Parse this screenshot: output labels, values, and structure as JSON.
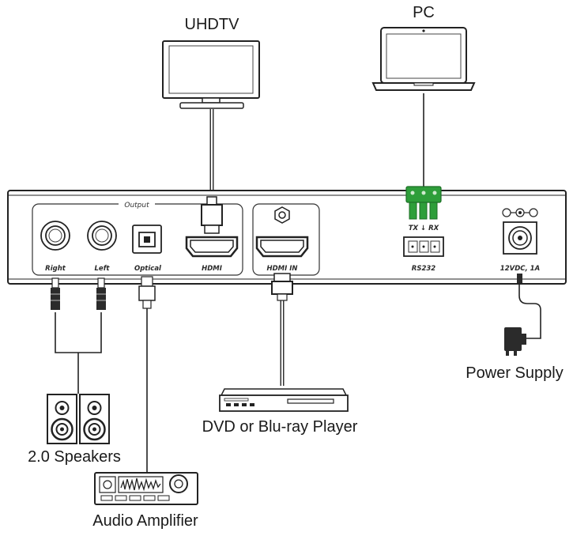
{
  "devices": {
    "tv": "UHDTV",
    "pc": "PC",
    "power": "Power Supply",
    "player": "DVD or Blu-ray Player",
    "speakers": "2.0 Speakers",
    "amplifier": "Audio Amplifier"
  },
  "panel": {
    "output_group": "Output",
    "right": "Right",
    "left": "Left",
    "optical": "Optical",
    "hdmi_out": "HDMI",
    "hdmi_in": "HDMI IN",
    "rs232": "RS232",
    "txrx": "TX ↓ RX",
    "power_port": "12VDC, 1A"
  },
  "colors": {
    "terminal": "#2e9e3a",
    "line": "#222222"
  }
}
